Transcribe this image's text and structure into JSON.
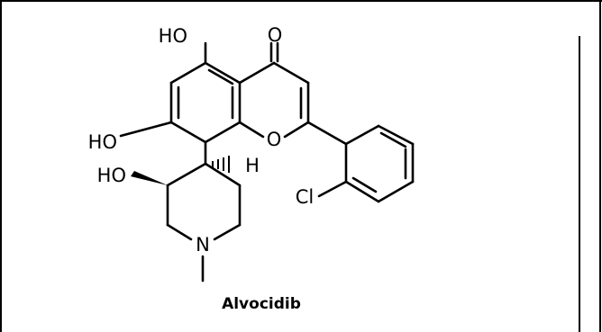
{
  "molecule": {
    "name": "Alvocidib",
    "atoms": {
      "ho_top": "HO",
      "carbonyl_o": "O",
      "ho_mid": "HO",
      "ring_o": "O",
      "hydrogen": "H",
      "ho_bottom": "HO",
      "chlorine": "Cl",
      "nitrogen": "N"
    }
  }
}
